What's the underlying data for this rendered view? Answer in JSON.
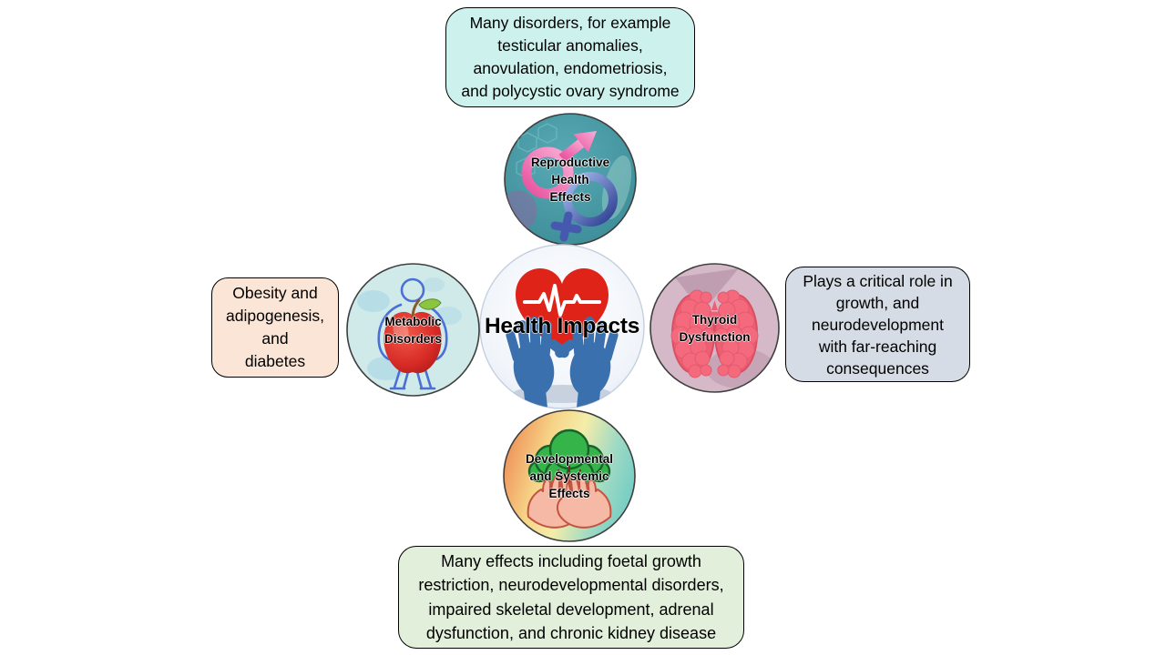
{
  "diagram_title": "Health Impacts",
  "center": {
    "label": "Health Impacts",
    "icon": "heart-in-hands-icon",
    "circle_color": "#eef3fa",
    "heart_color": "#e02318",
    "hands_color": "#3a70ae"
  },
  "nodes": {
    "reproductive": {
      "label": "Reproductive\nHealth\nEffects",
      "icon": "male-female-gender-icon",
      "circle_color": "#4796a1",
      "box": {
        "text": "Many disorders, for example\ntesticular anomalies,\nanovulation, endometriosis,\nand polycystic ovary syndrome",
        "color": "#cdf2ee"
      }
    },
    "metabolic": {
      "label": "Metabolic\nDisorders",
      "icon": "obese-figure-apple-icon",
      "circle_color": "#cfeae8",
      "box": {
        "text": "Obesity and\nadipogenesis,\nand\ndiabetes",
        "color": "#fbe5d6"
      }
    },
    "thyroid": {
      "label": "Thyroid\nDysfunction",
      "icon": "thyroid-gland-icon",
      "circle_color": "#d6b9c8",
      "box": {
        "text": "Plays a critical role in\ngrowth, and\nneurodevelopment\nwith far-reaching\nconsequences",
        "color": "#d6dce5"
      }
    },
    "developmental": {
      "label": "Developmental\nand Systemic\nEffects",
      "icon": "tree-in-hands-icon",
      "circle_gradient": [
        "#ef9358",
        "#f6d488",
        "#f4eda9",
        "#9fdac4",
        "#72ccc4"
      ],
      "box": {
        "text": "Many effects including foetal growth\nrestriction, neurodevelopmental disorders,\nimpaired skeletal development, adrenal\ndysfunction, and chronic kidney disease",
        "color": "#e2efda"
      }
    }
  }
}
